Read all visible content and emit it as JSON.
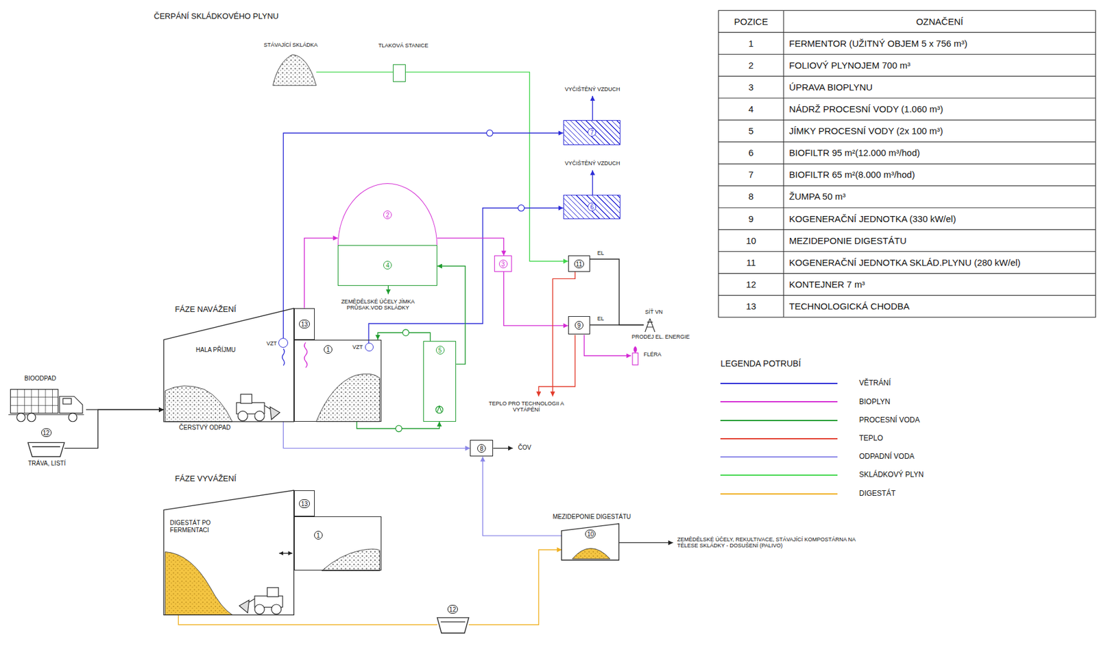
{
  "diagram": {
    "title": "ČERPÁNÍ SKLÁDKOVÉHO PLYNU",
    "nodes": [
      {
        "text": [
          "STÁVAJÍCÍ SKLÁDKA"
        ]
      },
      {
        "text": [
          "TLAKOVÁ STANICE"
        ]
      },
      {
        "text": [
          "VYČIŠTĚNÝ VZDUCH",
          "7"
        ]
      },
      {
        "text": [
          "VYČIŠTĚNÝ VZDUCH",
          "6"
        ]
      },
      {
        "text": [
          "2"
        ]
      },
      {
        "text": [
          "4"
        ]
      },
      {
        "text": [
          "ZEMĚDĚLSKÉ ÚČELY JÍMKA PRŮSAK.VOD SKLÁDKY"
        ]
      },
      {
        "text": [
          "3"
        ]
      },
      {
        "text": [
          "11"
        ]
      },
      {
        "text": [
          "9"
        ]
      },
      {
        "text": [
          "SÍŤ VN",
          "PRODEJ EL. ENERGIE"
        ]
      },
      {
        "text": [
          "FLÉRA"
        ]
      },
      {
        "text": [
          "TEPLO PRO TECHNOLOGII A VYTÁPĚNÍ"
        ]
      },
      {
        "text": [
          "FÁZE NAVÁŽENÍ",
          "HALA PŘÍJMU",
          "ČERSTVÝ ODPAD"
        ]
      },
      {
        "text": [
          "13"
        ],
        "in": 13
      },
      {
        "text": [
          "1"
        ],
        "in": 13
      },
      {
        "text": [
          "VZT"
        ],
        "in": 13
      },
      {
        "text": [
          "VZT"
        ],
        "in": 15
      },
      {
        "text": [
          "5"
        ]
      },
      {
        "text": [
          "8"
        ]
      },
      {
        "text": [
          "ČOV"
        ]
      },
      {
        "text": [
          "BIOODPAD"
        ]
      },
      {
        "text": [
          "12",
          "TRÁVA, LISTÍ"
        ]
      },
      {
        "text": [
          "FÁZE VYVÁŽENÍ",
          "DIGESTÁT PO FERMENTACI"
        ]
      },
      {
        "text": [
          "13"
        ],
        "in": 23
      },
      {
        "text": [
          "1"
        ],
        "in": 23
      },
      {
        "text": [
          "12"
        ]
      },
      {
        "text": [
          "MEZIDEPONIE DIGESTÁTU",
          "10"
        ]
      },
      {
        "text": [
          "ZEMĚDĚLSKÉ ÚČELY, REKULTIVACE, STÁVAJÍCÍ KOMPOSTÁRNA NA TĚLESE SKLÁDKY - DOSUŠENÍ (PALIVO)"
        ]
      }
    ],
    "edges": [
      {
        "from": 0,
        "to": 1,
        "arrow": "none"
      },
      {
        "from": 1,
        "to": 8,
        "arrow": "to"
      },
      {
        "from": 16,
        "to": 2,
        "arrow": "to"
      },
      {
        "from": 17,
        "to": 3,
        "arrow": "to"
      },
      {
        "from": 14,
        "to": 4,
        "arrow": "to"
      },
      {
        "from": 4,
        "to": 7,
        "arrow": "to"
      },
      {
        "from": 7,
        "to": 9,
        "arrow": "to"
      },
      {
        "from": 9,
        "to": 11,
        "arrow": "to"
      },
      {
        "from": 8,
        "to": 12,
        "arrow": "to"
      },
      {
        "from": 9,
        "to": 12,
        "arrow": "to"
      },
      {
        "from": 8,
        "to": 10,
        "label": "EL",
        "arrow": "none"
      },
      {
        "from": 9,
        "to": 10,
        "label": "EL",
        "arrow": "none"
      },
      {
        "from": 5,
        "to": 6,
        "arrow": "to"
      },
      {
        "from": 18,
        "to": 5,
        "arrow": "to"
      },
      {
        "from": 18,
        "to": 15,
        "arrow": "to"
      },
      {
        "from": 15,
        "to": 18,
        "arrow": "to"
      },
      {
        "from": 13,
        "to": 19,
        "arrow": "to"
      },
      {
        "from": 19,
        "to": 20,
        "arrow": "to"
      },
      {
        "from": 27,
        "to": 19,
        "arrow": "to"
      },
      {
        "from": 21,
        "to": 13,
        "arrow": "to"
      },
      {
        "from": 22,
        "to": 13,
        "arrow": "to"
      },
      {
        "from": 23,
        "to": 26,
        "arrow": "none"
      },
      {
        "from": 26,
        "to": 27,
        "arrow": "to"
      },
      {
        "from": 27,
        "to": 28,
        "arrow": "to"
      }
    ],
    "labels": [
      "POZICE",
      "OZNAČENÍ",
      "1",
      "FERMENTOR (UŽITNÝ OBJEM 5 x 756 m³)",
      "2",
      "FOLIOVÝ PLYNOJEM 700 m³",
      "3",
      "ÚPRAVA BIOPLYNU",
      "4",
      "NÁDRŽ PROCESNÍ VODY (1.060 m³)",
      "5",
      "JÍMKY PROCESNÍ VODY (2x 100 m³)",
      "6",
      "BIOFILTR 95 m²(12.000 m³/hod)",
      "7",
      "BIOFILTR 65 m²(8.000 m³/hod)",
      "8",
      "ŽUMPA 50 m³",
      "9",
      "KOGENERAČNÍ JEDNOTKA (330 kW/el)",
      "10",
      "MEZIDEPONIE DIGESTÁTU",
      "11",
      "KOGENERAČNÍ JEDNOTKA SKLÁD.PLYNU (280 kW/el)",
      "12",
      "KONTEJNER 7 m³",
      "13",
      "TECHNOLOGICKÁ CHODBA",
      "LEGENDA POTRUBÍ"
    ],
    "legend": [
      {
        "text": "VĚTRÁNÍ",
        "color": "#2b2bd6"
      },
      {
        "text": "BIOPLYN",
        "color": "#d42ad4"
      },
      {
        "text": "PROCESNÍ VODA",
        "color": "#1e9b2e"
      },
      {
        "text": "TEPLO",
        "color": "#e23a2a"
      },
      {
        "text": "ODPADNÍ VODA",
        "color": "#8a86e8"
      },
      {
        "text": "SKLÁDKOVÝ PLYN",
        "color": "#3fd64a"
      },
      {
        "text": "DIGESTÁT",
        "color": "#f0b020"
      }
    ]
  }
}
